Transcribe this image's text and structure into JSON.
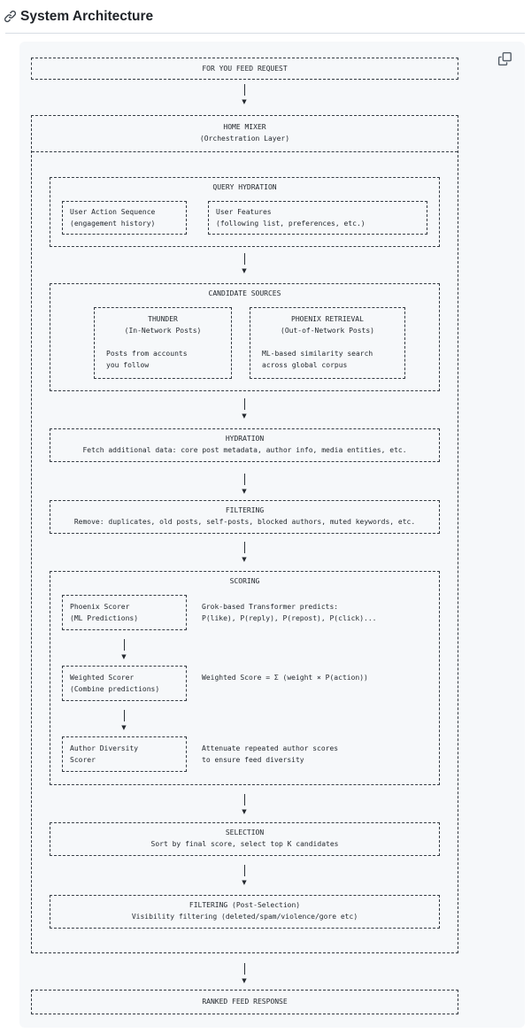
{
  "heading": {
    "title": "System Architecture"
  },
  "colors": {
    "page_bg": "#ffffff",
    "code_block_bg": "#f6f8fa",
    "diagram_line": "#343b43",
    "text": "#24292f",
    "icon_gray": "#57606a",
    "heading_rule": "#d8dee4"
  },
  "icons": {
    "heading_anchor": "link-icon",
    "copy_button": "copy-icon",
    "connector_arrow": "arrow-down-icon"
  },
  "diagram": {
    "arrow_glyph": "▼",
    "request": {
      "label": "FOR YOU FEED REQUEST"
    },
    "home_mixer": {
      "title": "HOME MIXER",
      "subtitle": "(Orchestration Layer)"
    },
    "query_hydration": {
      "title": "QUERY HYDRATION",
      "user_action_sequence": {
        "line1": "User Action Sequence",
        "line2": "(engagement history)"
      },
      "user_features": {
        "line1": "User Features",
        "line2": "(following list, preferences, etc.)"
      }
    },
    "candidate_sources": {
      "title": "CANDIDATE SOURCES",
      "thunder": {
        "title": "THUNDER",
        "subtitle": "(In-Network Posts)",
        "desc1": "Posts from accounts",
        "desc2": "you follow"
      },
      "phoenix_retrieval": {
        "title": "PHOENIX RETRIEVAL",
        "subtitle": "(Out-of-Network Posts)",
        "desc1": "ML-based similarity search",
        "desc2": "across global corpus"
      }
    },
    "hydration": {
      "title": "HYDRATION",
      "desc": "Fetch additional data: core post metadata, author info, media entities, etc."
    },
    "filtering": {
      "title": "FILTERING",
      "desc": "Remove: duplicates, old posts, self-posts, blocked authors, muted keywords, etc."
    },
    "scoring": {
      "title": "SCORING",
      "phoenix_scorer": {
        "line1": "Phoenix Scorer",
        "line2": "(ML Predictions)",
        "note1": "Grok-based Transformer predicts:",
        "note2": "P(like), P(reply), P(repost), P(click)..."
      },
      "weighted_scorer": {
        "line1": "Weighted Scorer",
        "line2": "(Combine predictions)",
        "note1": "Weighted Score = Σ (weight × P(action))"
      },
      "author_diversity_scorer": {
        "line1": "Author Diversity",
        "line2": "Scorer",
        "note1": "Attenuate repeated author scores",
        "note2": "to ensure feed diversity"
      }
    },
    "selection": {
      "title": "SELECTION",
      "desc": "Sort by final score, select top K candidates"
    },
    "post_selection_filtering": {
      "title": "FILTERING (Post-Selection)",
      "desc": "Visibility filtering (deleted/spam/violence/gore etc)"
    },
    "response": {
      "label": "RANKED FEED RESPONSE"
    }
  }
}
